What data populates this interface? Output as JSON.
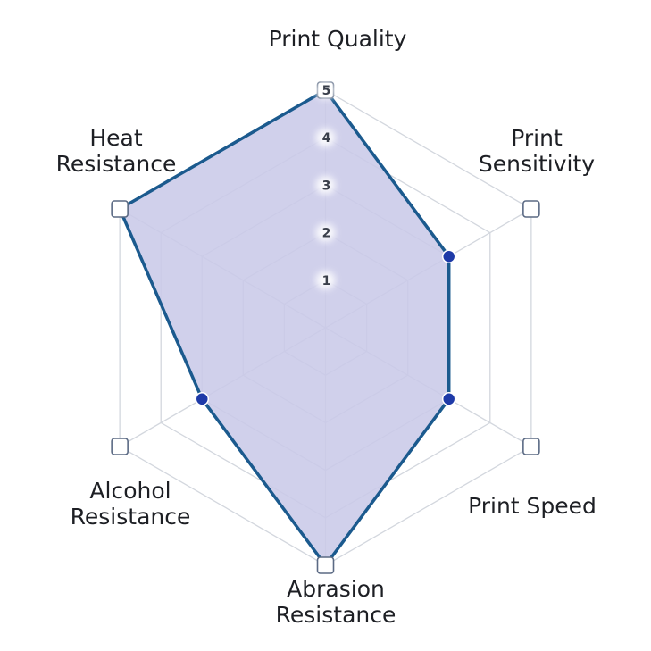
{
  "chart_data": {
    "type": "radar",
    "axes": [
      [
        "Print Quality"
      ],
      [
        "Print",
        "Sensitivity"
      ],
      [
        "Print Speed"
      ],
      [
        "Abrasion",
        "Resistance"
      ],
      [
        "Alcohol",
        "Resistance"
      ],
      [
        "Heat",
        "Resistance"
      ]
    ],
    "series": [
      {
        "values": [
          5,
          3,
          3,
          5,
          3,
          5
        ]
      }
    ],
    "r_range": [
      0,
      5
    ],
    "r_ticks": [
      "1",
      "2",
      "3",
      "4",
      "5"
    ],
    "grid": true,
    "legend": "none"
  },
  "colors": {
    "fill": "#c9cae8",
    "stroke": "#1b5a8e",
    "point": "#1e3aa8",
    "grid": "#d3d7de"
  }
}
